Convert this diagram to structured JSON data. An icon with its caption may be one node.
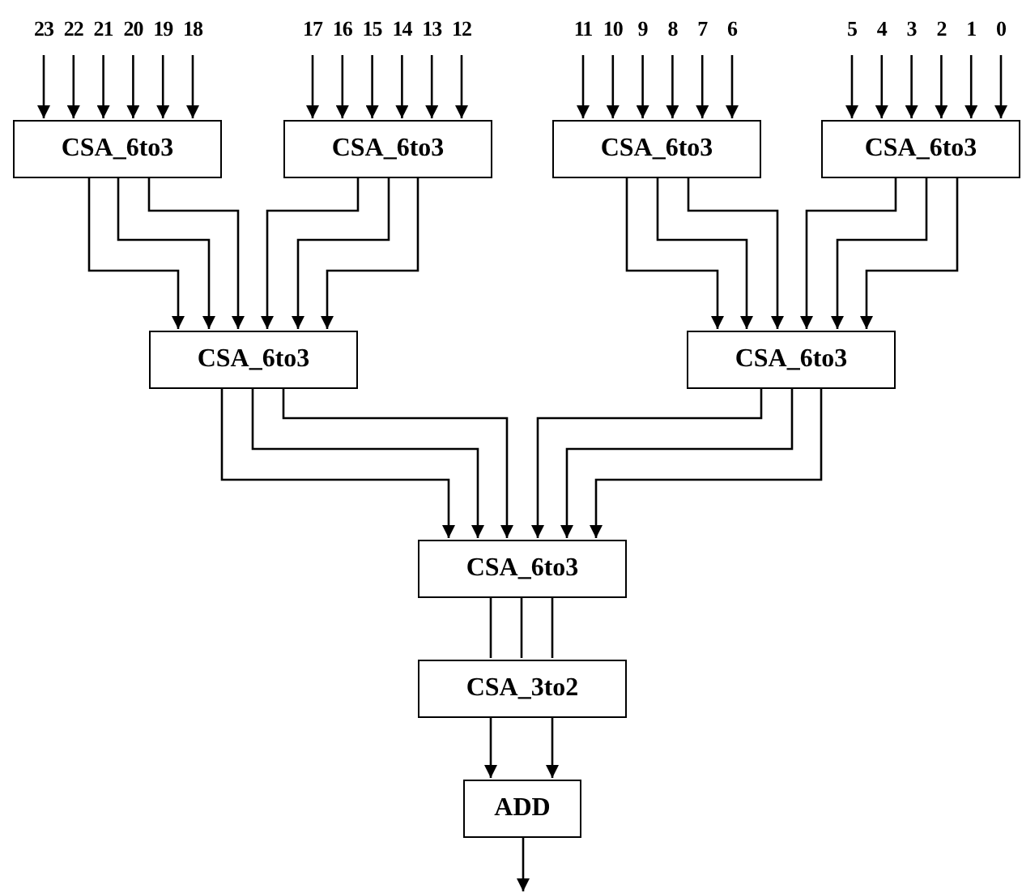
{
  "diagram": {
    "nodes": [
      {
        "text": [
          "23"
        ]
      },
      {
        "text": [
          "22"
        ]
      },
      {
        "text": [
          "21"
        ]
      },
      {
        "text": [
          "20"
        ]
      },
      {
        "text": [
          "19"
        ]
      },
      {
        "text": [
          "18"
        ]
      },
      {
        "text": [
          "17"
        ]
      },
      {
        "text": [
          "16"
        ]
      },
      {
        "text": [
          "15"
        ]
      },
      {
        "text": [
          "14"
        ]
      },
      {
        "text": [
          "13"
        ]
      },
      {
        "text": [
          "12"
        ]
      },
      {
        "text": [
          "11"
        ]
      },
      {
        "text": [
          "10"
        ]
      },
      {
        "text": [
          "9"
        ]
      },
      {
        "text": [
          "8"
        ]
      },
      {
        "text": [
          "7"
        ]
      },
      {
        "text": [
          "6"
        ]
      },
      {
        "text": [
          "5"
        ]
      },
      {
        "text": [
          "4"
        ]
      },
      {
        "text": [
          "3"
        ]
      },
      {
        "text": [
          "2"
        ]
      },
      {
        "text": [
          "1"
        ]
      },
      {
        "text": [
          "0"
        ]
      },
      {
        "text": [
          "CSA_6to3"
        ]
      },
      {
        "text": [
          "CSA_6to3"
        ]
      },
      {
        "text": [
          "CSA_6to3"
        ]
      },
      {
        "text": [
          "CSA_6to3"
        ]
      },
      {
        "text": [
          "CSA_6to3"
        ]
      },
      {
        "text": [
          "CSA_6to3"
        ]
      },
      {
        "text": [
          "CSA_6to3"
        ]
      },
      {
        "text": [
          "CSA_3to2"
        ]
      },
      {
        "text": [
          "ADD"
        ]
      }
    ],
    "edges": [
      {
        "from": 0,
        "to": 24,
        "arrow": "to"
      },
      {
        "from": 1,
        "to": 24,
        "arrow": "to"
      },
      {
        "from": 2,
        "to": 24,
        "arrow": "to"
      },
      {
        "from": 3,
        "to": 24,
        "arrow": "to"
      },
      {
        "from": 4,
        "to": 24,
        "arrow": "to"
      },
      {
        "from": 5,
        "to": 24,
        "arrow": "to"
      },
      {
        "from": 6,
        "to": 25,
        "arrow": "to"
      },
      {
        "from": 7,
        "to": 25,
        "arrow": "to"
      },
      {
        "from": 8,
        "to": 25,
        "arrow": "to"
      },
      {
        "from": 9,
        "to": 25,
        "arrow": "to"
      },
      {
        "from": 10,
        "to": 25,
        "arrow": "to"
      },
      {
        "from": 11,
        "to": 25,
        "arrow": "to"
      },
      {
        "from": 12,
        "to": 26,
        "arrow": "to"
      },
      {
        "from": 13,
        "to": 26,
        "arrow": "to"
      },
      {
        "from": 14,
        "to": 26,
        "arrow": "to"
      },
      {
        "from": 15,
        "to": 26,
        "arrow": "to"
      },
      {
        "from": 16,
        "to": 26,
        "arrow": "to"
      },
      {
        "from": 17,
        "to": 26,
        "arrow": "to"
      },
      {
        "from": 18,
        "to": 27,
        "arrow": "to"
      },
      {
        "from": 19,
        "to": 27,
        "arrow": "to"
      },
      {
        "from": 20,
        "to": 27,
        "arrow": "to"
      },
      {
        "from": 21,
        "to": 27,
        "arrow": "to"
      },
      {
        "from": 22,
        "to": 27,
        "arrow": "to"
      },
      {
        "from": 23,
        "to": 27,
        "arrow": "to"
      },
      {
        "from": 24,
        "to": 28,
        "arrow": "to"
      },
      {
        "from": 24,
        "to": 28,
        "arrow": "to"
      },
      {
        "from": 24,
        "to": 28,
        "arrow": "to"
      },
      {
        "from": 25,
        "to": 28,
        "arrow": "to"
      },
      {
        "from": 25,
        "to": 28,
        "arrow": "to"
      },
      {
        "from": 25,
        "to": 28,
        "arrow": "to"
      },
      {
        "from": 26,
        "to": 29,
        "arrow": "to"
      },
      {
        "from": 26,
        "to": 29,
        "arrow": "to"
      },
      {
        "from": 26,
        "to": 29,
        "arrow": "to"
      },
      {
        "from": 27,
        "to": 29,
        "arrow": "to"
      },
      {
        "from": 27,
        "to": 29,
        "arrow": "to"
      },
      {
        "from": 27,
        "to": 29,
        "arrow": "to"
      },
      {
        "from": 28,
        "to": 30,
        "arrow": "to"
      },
      {
        "from": 28,
        "to": 30,
        "arrow": "to"
      },
      {
        "from": 28,
        "to": 30,
        "arrow": "to"
      },
      {
        "from": 29,
        "to": 30,
        "arrow": "to"
      },
      {
        "from": 29,
        "to": 30,
        "arrow": "to"
      },
      {
        "from": 29,
        "to": 30,
        "arrow": "to"
      },
      {
        "from": 30,
        "to": 31,
        "arrow": "none"
      },
      {
        "from": 30,
        "to": 31,
        "arrow": "none"
      },
      {
        "from": 30,
        "to": 31,
        "arrow": "none"
      },
      {
        "from": 31,
        "to": 32,
        "arrow": "to"
      },
      {
        "from": 31,
        "to": 32,
        "arrow": "to"
      },
      {
        "from": 32,
        "to": null,
        "arrow": "to"
      }
    ]
  }
}
